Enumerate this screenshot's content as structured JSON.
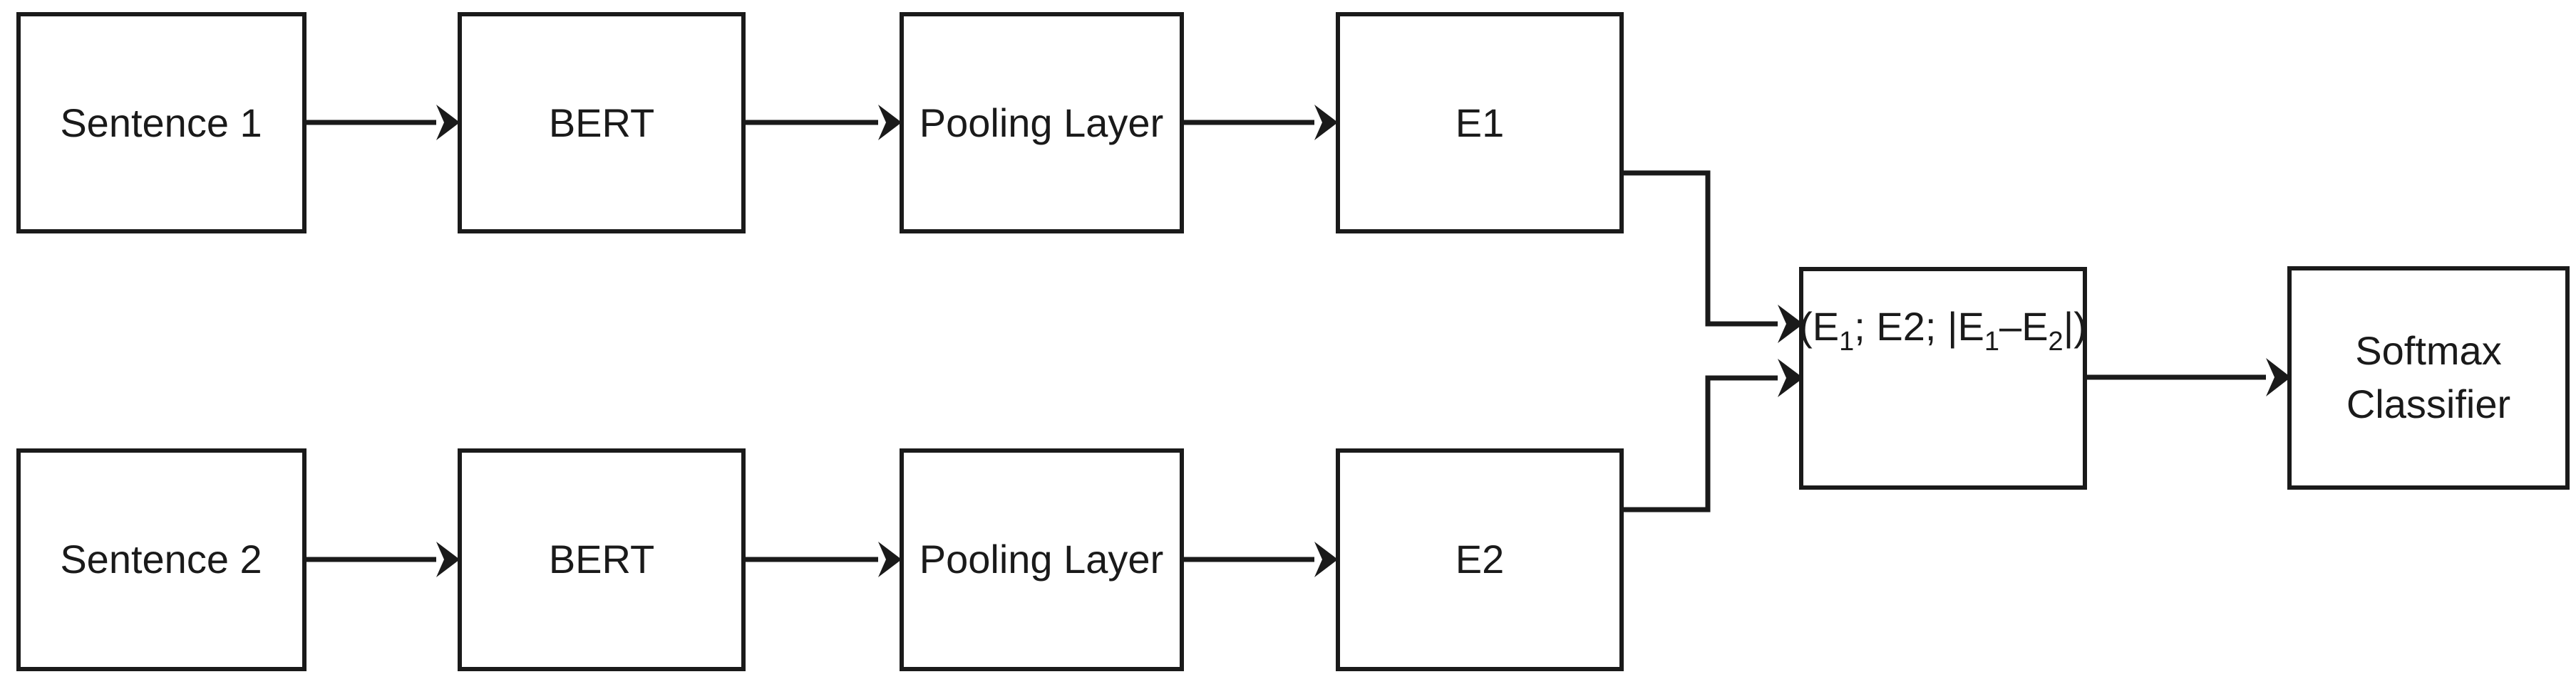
{
  "diagram": {
    "title": "Sentence-pair BERT classification architecture",
    "background_color": "#ffffff",
    "stroke_color": "#1a1a1a",
    "nodes": {
      "sentence1": {
        "label": "Sentence 1"
      },
      "bert1": {
        "label": "BERT"
      },
      "pooling1": {
        "label": "Pooling Layer"
      },
      "e1": {
        "label": "E1"
      },
      "sentence2": {
        "label": "Sentence 2"
      },
      "bert2": {
        "label": "BERT"
      },
      "pooling2": {
        "label": "Pooling Layer"
      },
      "e2": {
        "label": "E2"
      },
      "concat": {
        "label": "(E1; E2; |E1-E2|)",
        "parts": {
          "open_paren": "(",
          "t1": "E",
          "t1_sub": "1",
          "sep1": "; E2; |",
          "t2": "E",
          "t2_sub": "1",
          "minus": "–",
          "t3": "E",
          "t3_sub": "2",
          "close": "|)"
        }
      },
      "softmax": {
        "line1": "Softmax",
        "line2": "Classifier"
      }
    },
    "edges": [
      {
        "name": "sentence1-to-bert1",
        "from": "sentence1",
        "to": "bert1",
        "type": "straight-arrow"
      },
      {
        "name": "bert1-to-pooling1",
        "from": "bert1",
        "to": "pooling1",
        "type": "straight-arrow"
      },
      {
        "name": "pooling1-to-e1",
        "from": "pooling1",
        "to": "e1",
        "type": "straight-arrow"
      },
      {
        "name": "e1-to-concat",
        "from": "e1",
        "to": "concat",
        "type": "elbow-arrow"
      },
      {
        "name": "sentence2-to-bert2",
        "from": "sentence2",
        "to": "bert2",
        "type": "straight-arrow"
      },
      {
        "name": "bert2-to-pooling2",
        "from": "bert2",
        "to": "pooling2",
        "type": "straight-arrow"
      },
      {
        "name": "pooling2-to-e2",
        "from": "pooling2",
        "to": "e2",
        "type": "straight-arrow"
      },
      {
        "name": "e2-to-concat",
        "from": "e2",
        "to": "concat",
        "type": "elbow-arrow"
      },
      {
        "name": "concat-to-softmax",
        "from": "concat",
        "to": "softmax",
        "type": "straight-arrow"
      }
    ]
  }
}
